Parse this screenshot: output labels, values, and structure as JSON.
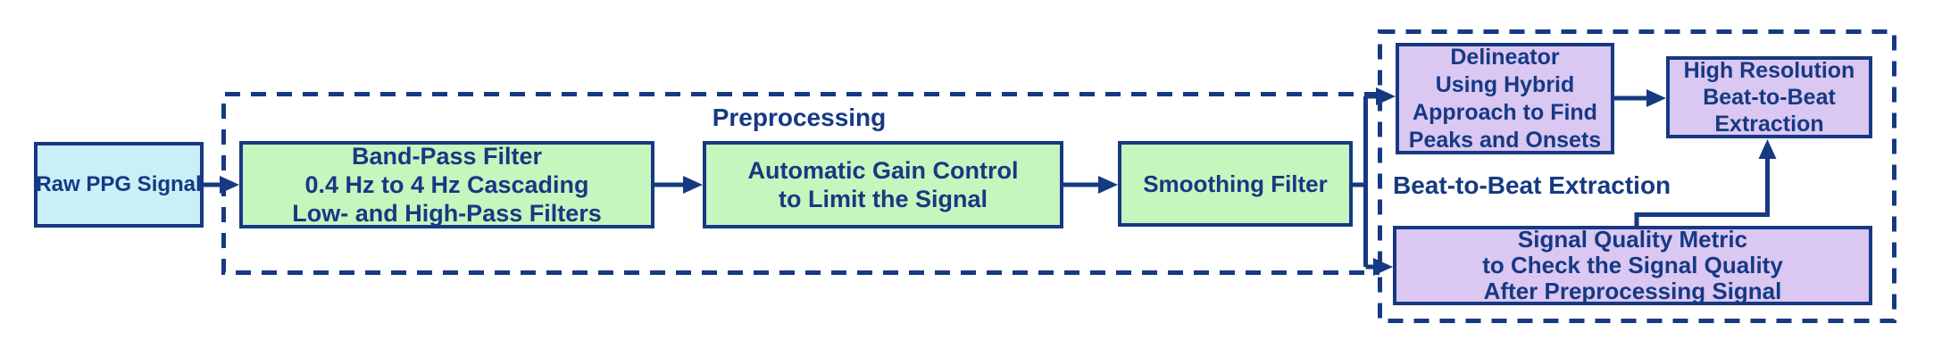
{
  "nodes": {
    "raw_ppg": {
      "label": "Raw PPG Signal",
      "fill": "#C9EFF8"
    },
    "band_pass": {
      "label": "Band-Pass Filter\n0.4 Hz to 4 Hz Cascading\nLow- and High-Pass Filters",
      "fill": "#C6F5BE"
    },
    "agc": {
      "label": "Automatic Gain Control\nto Limit the Signal",
      "fill": "#C6F5BE"
    },
    "smoothing": {
      "label": "Smoothing Filter",
      "fill": "#C6F5BE"
    },
    "delineator": {
      "label": "Delineator\nUsing Hybrid\nApproach to Find\nPeaks and Onsets",
      "fill": "#DAC7F2"
    },
    "high_res": {
      "label": "High Resolution\nBeat-to-Beat\nExtraction",
      "fill": "#DAC7F2"
    },
    "sqm": {
      "label": "Signal Quality Metric\nto Check the Signal Quality\nAfter Preprocessing Signal",
      "fill": "#DAC7F2"
    }
  },
  "groups": {
    "preprocessing": {
      "label": "Preprocessing"
    },
    "beat_to_beat": {
      "label": "Beat-to-Beat Extraction"
    }
  },
  "colors": {
    "line": "#163983",
    "node_blue": "#C9EFF8",
    "node_green": "#C6F5BE",
    "node_purple": "#DAC7F2",
    "background": "#FFFFFF"
  }
}
